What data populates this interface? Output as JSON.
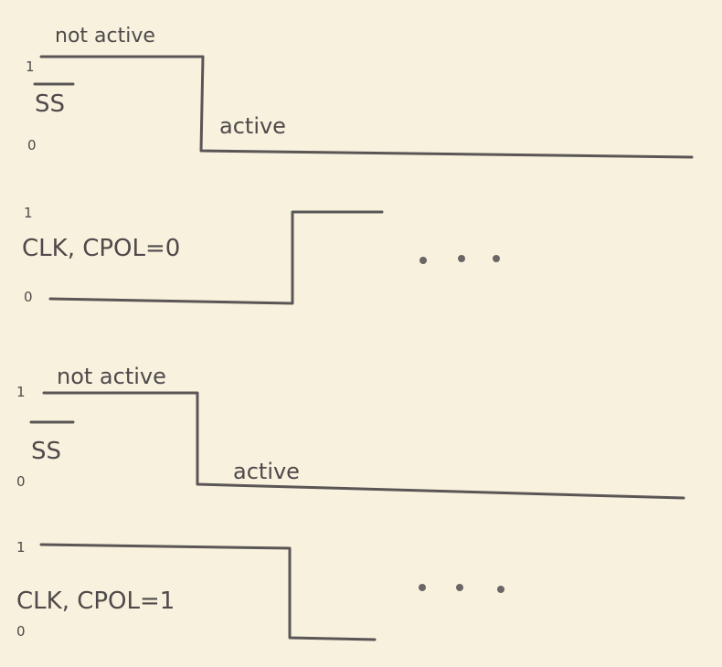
{
  "diagrams": [
    {
      "high": "1",
      "low": "0",
      "signal": "SS",
      "high_note": "not active",
      "low_note": "active"
    },
    {
      "high": "1",
      "low": "0",
      "signal": "CLK, CPOL=0",
      "continuation": "..."
    },
    {
      "high": "1",
      "low": "0",
      "signal": "SS",
      "high_note": "not active",
      "low_note": "active"
    },
    {
      "high": "1",
      "low": "0",
      "signal": "CLK, CPOL=1",
      "continuation": "..."
    }
  ],
  "colors": {
    "paper": "#f8f1de",
    "pencil": "#5a5656"
  }
}
